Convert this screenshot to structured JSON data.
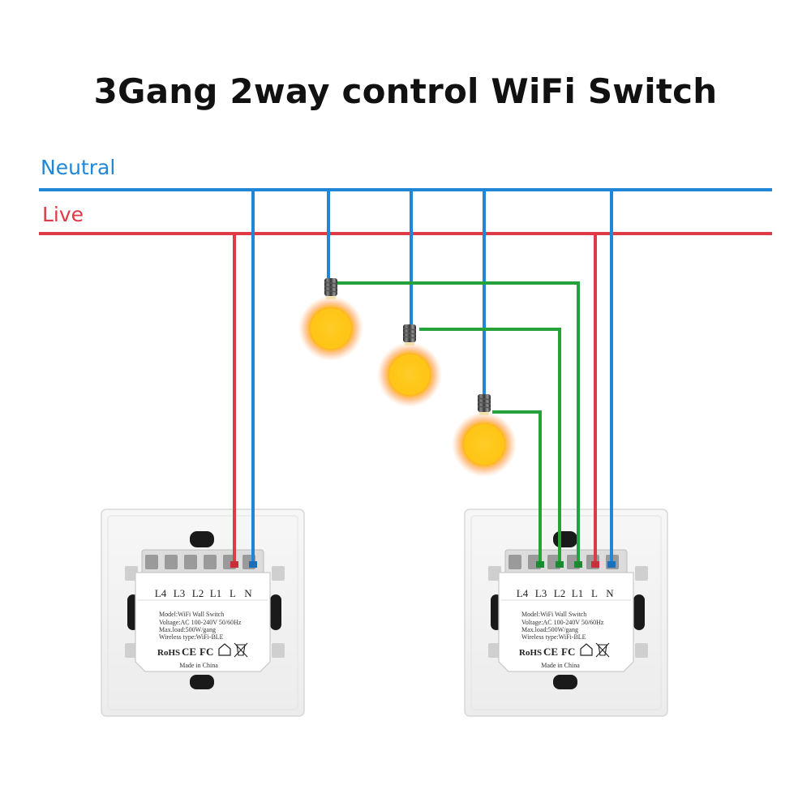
{
  "title": "3Gang 2way control WiFi Switch",
  "lines": {
    "neutral_label": "Neutral",
    "live_label": "Live"
  },
  "colors": {
    "neutral": "#1f86d8",
    "live": "#e03a44",
    "traveler": "#25a23b",
    "bulb_glow": "#f8b400"
  },
  "switch_module": {
    "terminals": [
      "L4",
      "L3",
      "L2",
      "L1",
      "L",
      "N"
    ],
    "model": "Model:WiFi Wall Switch",
    "voltage": "Voltage:AC 100-240V 50/60Hz",
    "max_load": "Max.load:500W/gang",
    "wireless": "Wireless type:WiFi-BLE",
    "cert_rohs": "RoHS",
    "cert_ce": "CE",
    "cert_fc": "FC",
    "made_in": "Made in China"
  }
}
